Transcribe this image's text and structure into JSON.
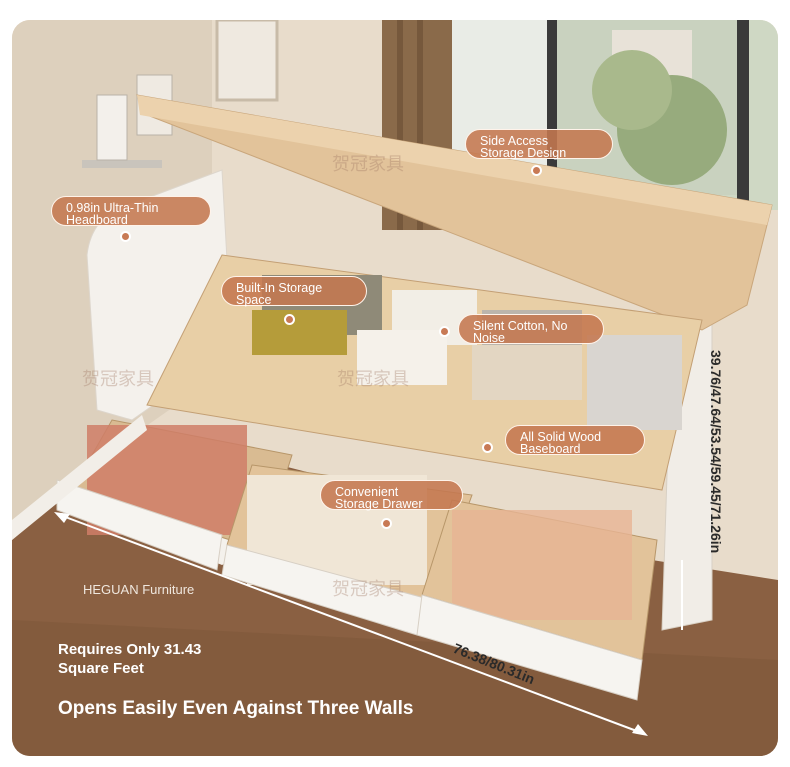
{
  "callouts": {
    "side_access": [
      "Side Access",
      "Storage Design"
    ],
    "headboard": [
      "0.98in Ultra-Thin",
      "Headboard"
    ],
    "built_in": [
      "Built-In Storage",
      "Space"
    ],
    "silent": [
      "Silent Cotton, No",
      "Noise"
    ],
    "baseboard": [
      "All Solid Wood",
      "Baseboard"
    ],
    "drawer": [
      "Convenient",
      "Storage Drawer"
    ]
  },
  "watermarks": [
    "贺冠家具",
    "贺冠家具",
    "贺冠家具",
    "贺冠家具"
  ],
  "brand": "HEGUAN Furniture",
  "feature": [
    "Requires Only 31.43",
    "Square Feet"
  ],
  "headline": "Opens Easily Even Against Three Walls",
  "dimensions": {
    "length": "76.38/80.31in",
    "width": "39.76/47.64/53.54/59.45/71.26in"
  },
  "colors": {
    "callout": "#c47850",
    "wood": "#e2c39a",
    "floor": "#8a6042",
    "bed_white": "#f4f1ec"
  }
}
